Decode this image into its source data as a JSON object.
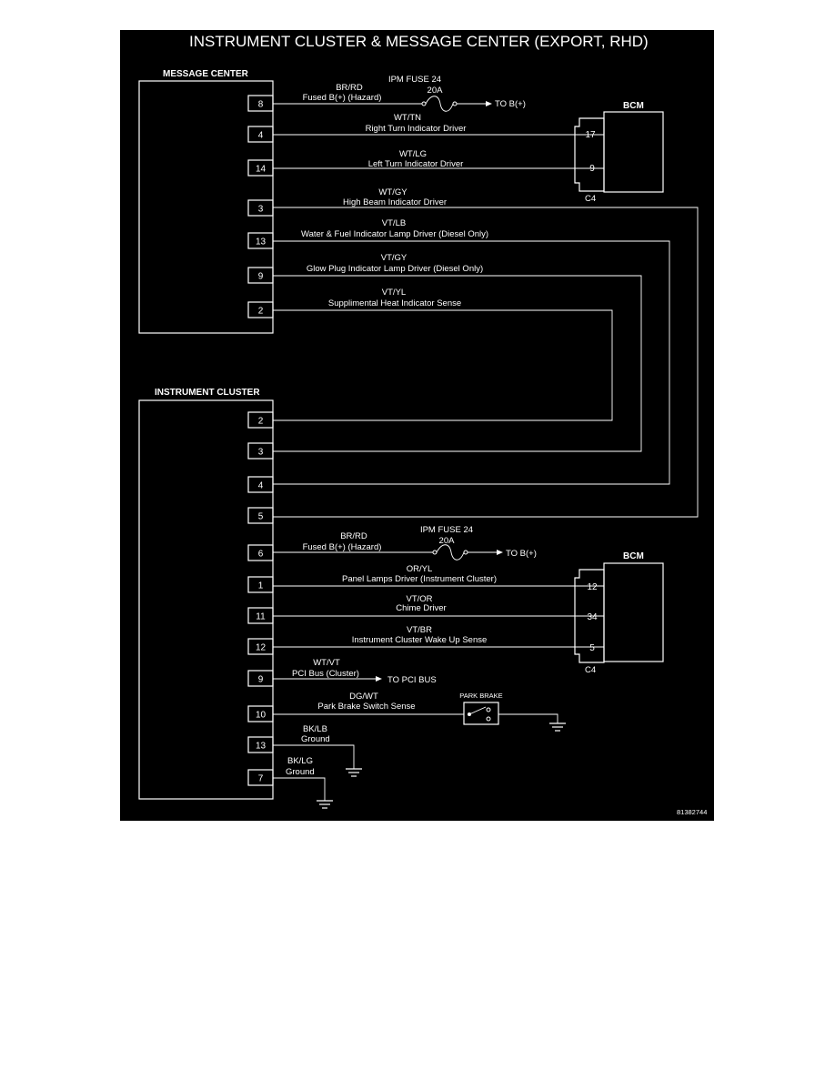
{
  "title": "INSTRUMENT CLUSTER & MESSAGE CENTER (EXPORT, RHD)",
  "figure_id": "81382744",
  "message_center": {
    "label": "MESSAGE CENTER",
    "pins": [
      "8",
      "4",
      "14",
      "3",
      "13",
      "9",
      "2"
    ]
  },
  "instrument_cluster": {
    "label": "INSTRUMENT CLUSTER",
    "pins": [
      "2",
      "3",
      "4",
      "5",
      "6",
      "1",
      "11",
      "12",
      "9",
      "10",
      "13",
      "7"
    ]
  },
  "bcm_top": {
    "label": "BCM",
    "connector": "C4",
    "pins": [
      "17",
      "9"
    ]
  },
  "bcm_bottom": {
    "label": "BCM",
    "connector": "C4",
    "pins": [
      "12",
      "34",
      "5"
    ]
  },
  "fuse_top": {
    "name": "IPM FUSE 24",
    "rating": "20A",
    "dest": "TO B(+)"
  },
  "fuse_bottom": {
    "name": "IPM FUSE 24",
    "rating": "20A",
    "dest": "TO B(+)"
  },
  "park_brake": "PARK BRAKE",
  "pci_dest": "TO PCI BUS",
  "wires": [
    {
      "color": "BR/RD",
      "desc": "Fused B(+) (Hazard)"
    },
    {
      "color": "WT/TN",
      "desc": "Right Turn Indicator Driver"
    },
    {
      "color": "WT/LG",
      "desc": "Left Turn Indicator Driver"
    },
    {
      "color": "WT/GY",
      "desc": "High Beam Indicator Driver"
    },
    {
      "color": "VT/LB",
      "desc": "Water & Fuel Indicator Lamp Driver (Diesel Only)"
    },
    {
      "color": "VT/GY",
      "desc": "Glow Plug Indicator Lamp Driver (Diesel Only)"
    },
    {
      "color": "VT/YL",
      "desc": "Supplimental Heat Indicator Sense"
    },
    {
      "color": "BR/RD",
      "desc": "Fused B(+) (Hazard)"
    },
    {
      "color": "OR/YL",
      "desc": "Panel Lamps Driver (Instrument Cluster)"
    },
    {
      "color": "VT/OR",
      "desc": "Chime Driver"
    },
    {
      "color": "VT/BR",
      "desc": "Instrument Cluster Wake Up Sense"
    },
    {
      "color": "WT/VT",
      "desc": "PCI Bus (Cluster)"
    },
    {
      "color": "DG/WT",
      "desc": "Park Brake Switch Sense"
    },
    {
      "color": "BK/LB",
      "desc": "Ground"
    },
    {
      "color": "BK/LG",
      "desc": "Ground"
    }
  ]
}
